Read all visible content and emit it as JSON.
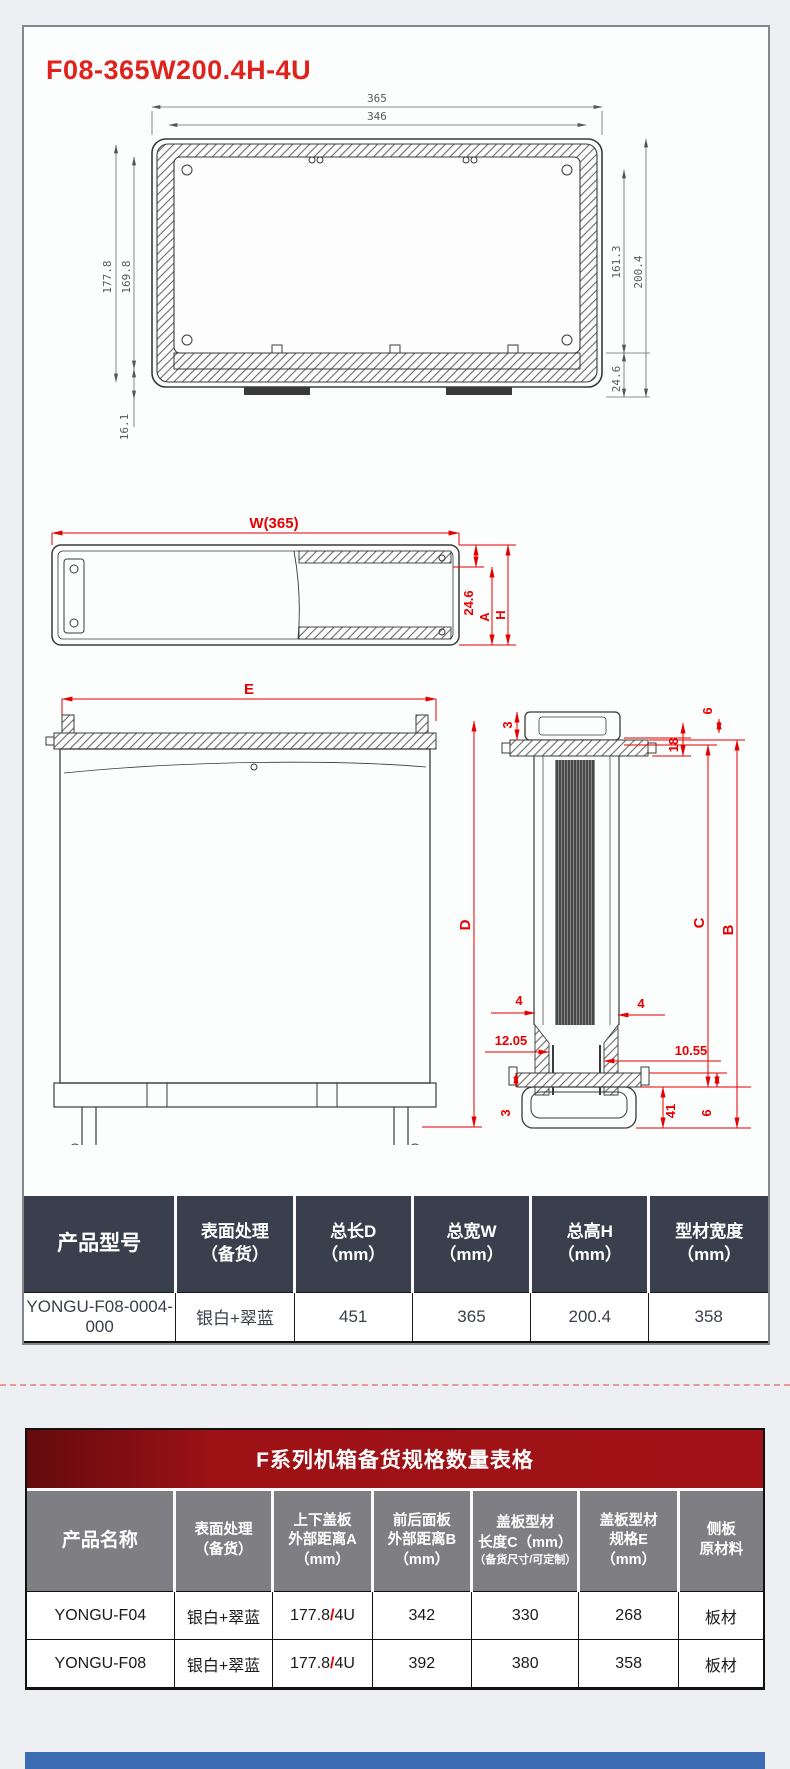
{
  "page": {
    "title": "F08-365W200.4H-4U"
  },
  "colors": {
    "title_red": "#e0221c",
    "dimension_red": "#e60000",
    "spec_header_bg": "#3a3f4d",
    "stock_title_bg": "#9e1115",
    "stock_header_bg": "#7f7f83",
    "separator_pink": "#e79a96",
    "footer_blue": "#3c6cb3"
  },
  "drawings": {
    "front_view": {
      "d365": "365",
      "d346": "346",
      "d1778": "177.8",
      "d1698": "169.8",
      "d1613": "161.3",
      "d2004": "200.4",
      "d246": "24.6",
      "d161": "16.1"
    },
    "top_view": {
      "w": "W(365)",
      "d246": "24.6",
      "a": "A",
      "h": "H"
    },
    "side_view": {
      "e": "E",
      "d": "D"
    },
    "end_view": {
      "t3": "3",
      "t18": "18",
      "t6": "6",
      "c": "C",
      "b": "B",
      "l4": "4",
      "r4": "4",
      "l1205": "12.05",
      "r1055": "10.55",
      "b3": "3",
      "b41": "41",
      "b6": "6"
    }
  },
  "spec_table": {
    "headers": [
      {
        "l1": "产品型号",
        "l2": ""
      },
      {
        "l1": "表面处理",
        "l2": "（备货）"
      },
      {
        "l1": "总长D",
        "l2": "（mm）"
      },
      {
        "l1": "总宽W",
        "l2": "（mm）"
      },
      {
        "l1": "总高H",
        "l2": "（mm）"
      },
      {
        "l1": "型材宽度",
        "l2": "（mm）"
      }
    ],
    "row": {
      "model": "YONGU-F08-0004-000",
      "finish": "银白+翠蓝",
      "d": "451",
      "w": "365",
      "h": "200.4",
      "profile": "358"
    }
  },
  "stock_table": {
    "title": "F系列机箱备货规格数量表格",
    "headers": [
      {
        "l1": "产品名称",
        "l2": "",
        "l3": ""
      },
      {
        "l1": "表面处理",
        "l2": "（备货）",
        "l3": ""
      },
      {
        "l1": "上下盖板",
        "l2": "外部距离A",
        "l3": "（mm）"
      },
      {
        "l1": "前后面板",
        "l2": "外部距离B",
        "l3": "（mm）"
      },
      {
        "l1": "盖板型材",
        "l2": "长度C（mm）",
        "l3": "（备货尺寸/可定制）"
      },
      {
        "l1": "盖板型材",
        "l2": "规格E",
        "l3": "（mm）"
      },
      {
        "l1": "侧板",
        "l2": "原材料",
        "l3": ""
      }
    ],
    "rows": [
      {
        "name": "YONGU-F04",
        "finish": "银白+翠蓝",
        "a_num": "177.8",
        "a_sep": "/",
        "a_unit": "4U",
        "b": "342",
        "c": "330",
        "e": "268",
        "side": "板材"
      },
      {
        "name": "YONGU-F08",
        "finish": "银白+翠蓝",
        "a_num": "177.8",
        "a_sep": "/",
        "a_unit": "4U",
        "b": "392",
        "c": "380",
        "e": "358",
        "side": "板材"
      }
    ]
  }
}
